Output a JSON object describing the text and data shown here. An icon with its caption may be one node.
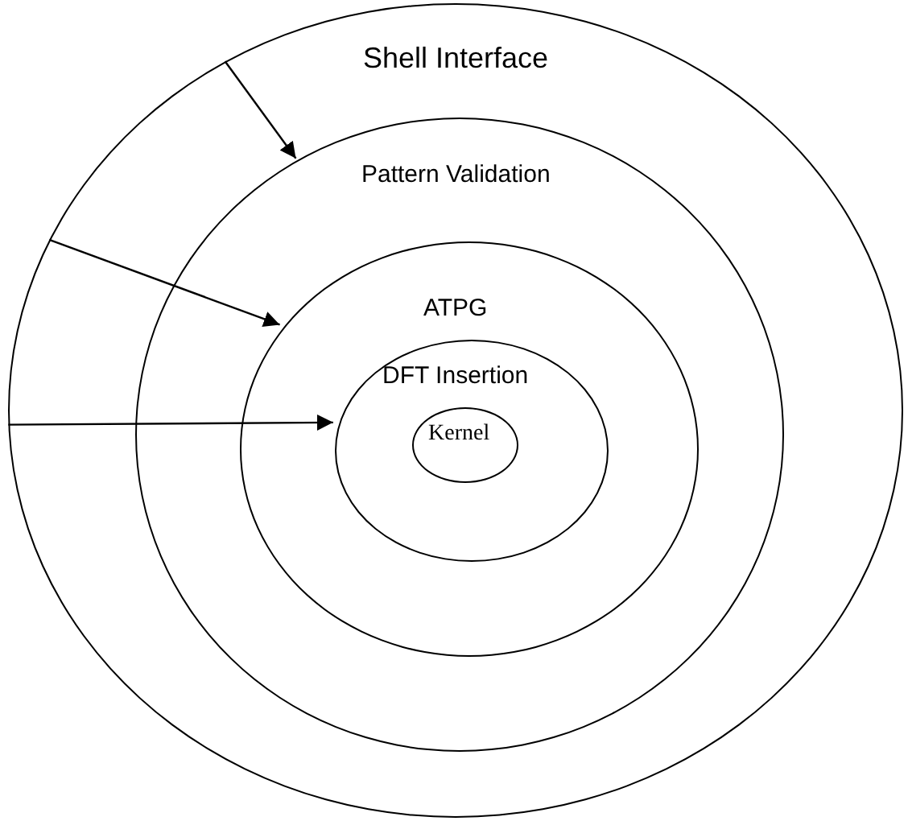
{
  "diagram": {
    "nodes": [
      {
        "text": [
          "Shell Interface"
        ]
      },
      {
        "text": [
          "Pattern Validation"
        ],
        "in": 0
      },
      {
        "text": [
          "ATPG"
        ],
        "in": 1
      },
      {
        "text": [
          "DFT Insertion"
        ],
        "in": 2
      },
      {
        "text": [
          "Kernel"
        ],
        "in": 3
      }
    ],
    "edges": [
      {
        "from": 0,
        "to": 1,
        "arrow": "to"
      },
      {
        "from": 0,
        "to": 2,
        "arrow": "to"
      },
      {
        "from": 0,
        "to": 3,
        "arrow": "to"
      }
    ]
  }
}
